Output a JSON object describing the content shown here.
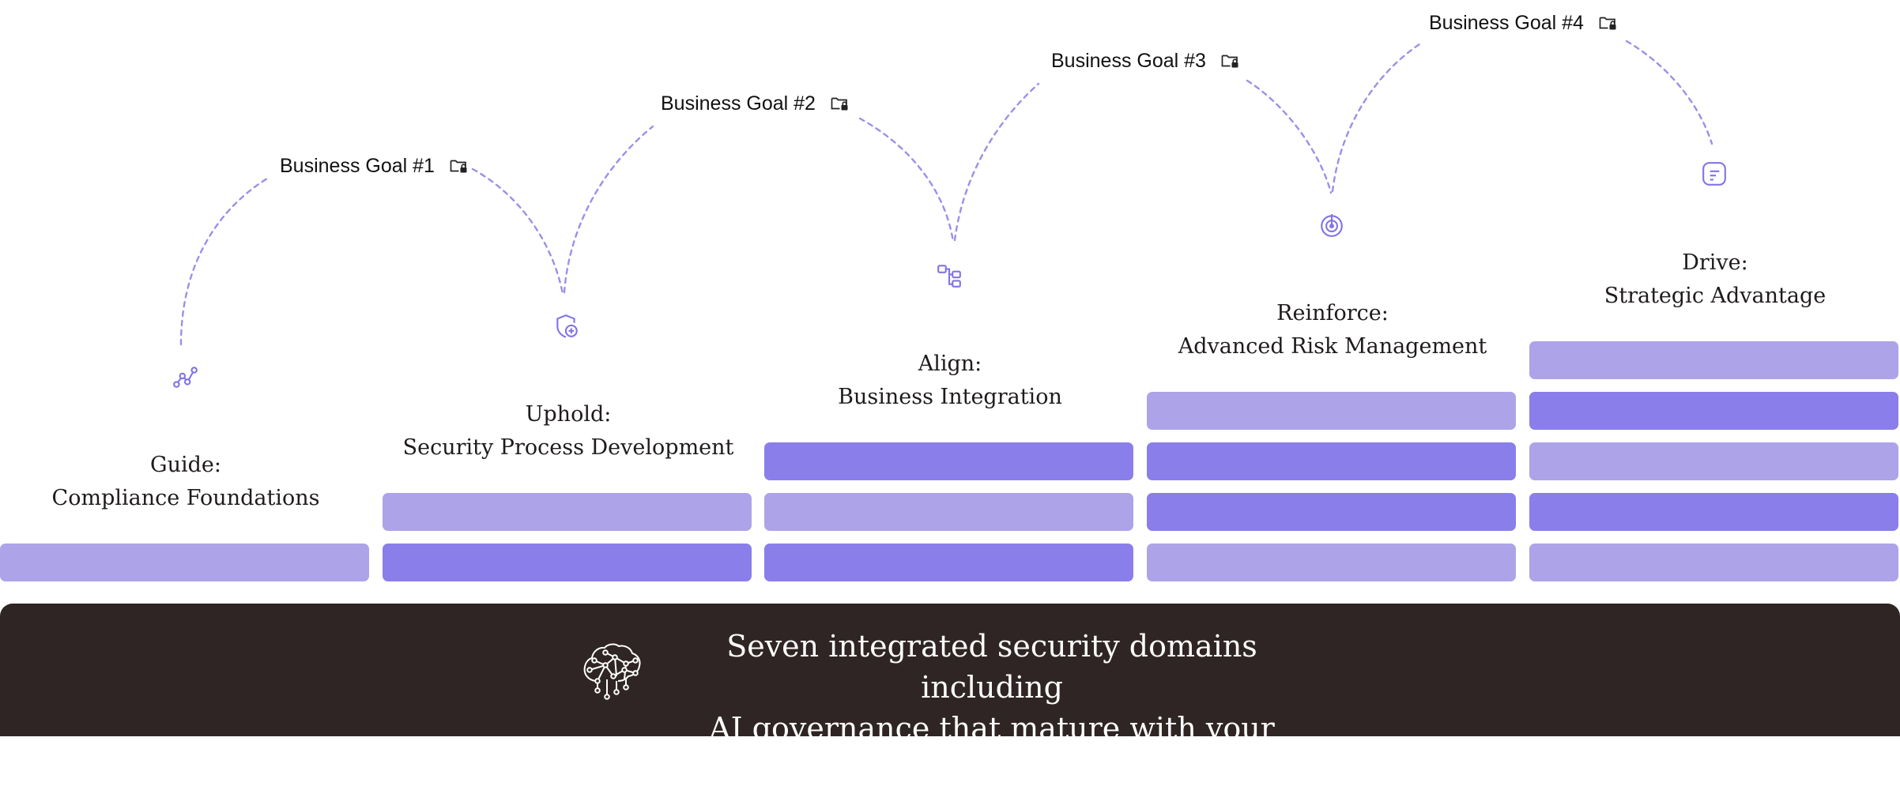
{
  "steps": [
    {
      "goal": "Business Goal #1",
      "verb": "Guide:",
      "subject": "Compliance Foundations",
      "icon": "trend-line-icon",
      "levels": [
        "light"
      ]
    },
    {
      "goal": "Business Goal #2",
      "verb": "Uphold:",
      "subject": "Security Process Development",
      "icon": "shield-plus-icon",
      "levels": [
        "dark",
        "light"
      ]
    },
    {
      "goal": "Business Goal #3",
      "verb": "Align:",
      "subject": "Business Integration",
      "icon": "workflow-icon",
      "levels": [
        "dark",
        "light",
        "dark"
      ]
    },
    {
      "goal": "Business Goal #4",
      "verb": "Reinforce:",
      "subject": "Advanced Risk Management",
      "icon": "target-icon",
      "levels": [
        "light",
        "dark",
        "dark",
        "light"
      ]
    },
    {
      "goal": "",
      "verb": "Drive:",
      "subject": "Strategic Advantage",
      "icon": "note-icon",
      "levels": [
        "light",
        "dark",
        "light",
        "dark",
        "light"
      ]
    }
  ],
  "goal_icon": "folder-lock-icon",
  "footer": {
    "icon": "brain-network-icon",
    "line1": "Seven integrated security domains including",
    "line2": "AI governance that mature with your business"
  },
  "colors": {
    "bar_light": "#ada3e8",
    "bar_dark": "#8a7eea",
    "icon_stroke": "#8174e6",
    "connector": "#9b90ea",
    "footer_bg": "#2f2524"
  }
}
